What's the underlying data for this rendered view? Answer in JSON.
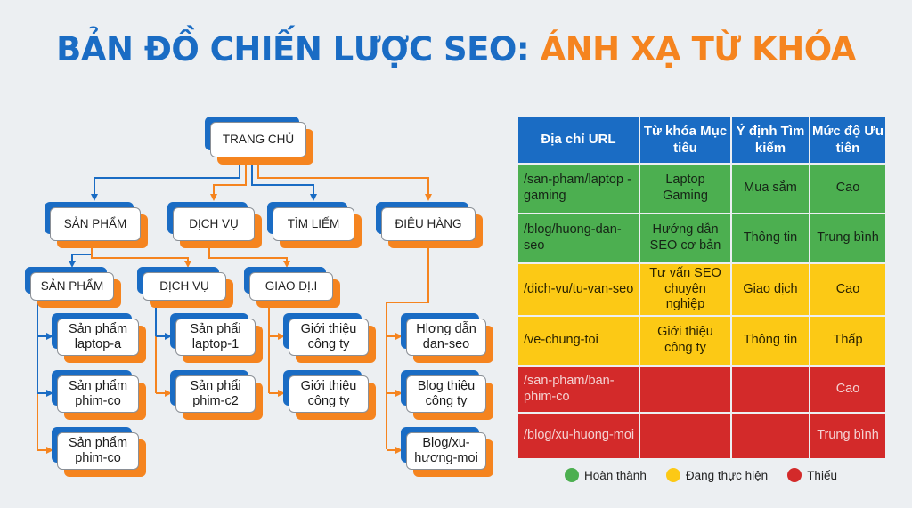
{
  "title": {
    "part1": "BẢN ĐỒ CHIẾN LƯỢC SEO:",
    "part2": "ÁNH XẠ TỪ KHÓA"
  },
  "colors": {
    "blue": "#1a6cc4",
    "orange": "#f5841f",
    "green": "#4caf50",
    "yellow": "#fcc915",
    "red": "#d32a2a",
    "background": "#eceff2"
  },
  "tree": {
    "root": "TRANG CHỦ",
    "level1": [
      "SẢN PHẨM",
      "DỊCH VỤ",
      "TÌM LIẾM",
      "ĐIÊU HÀNG"
    ],
    "level2": [
      "SẢN PHẨM",
      "DỊCH VỤ",
      "GIAO DỊ.I"
    ],
    "leaves": {
      "col1": [
        "Sản phẩm laptop-a",
        "Sản phẩm phim-co",
        "Sản phẩm phim-co"
      ],
      "col2": [
        "Sản phẩi laptop-1",
        "Sản phẩi phim-c2"
      ],
      "col3": [
        "Giới thiệu công ty",
        "Giới thiệu công ty"
      ],
      "col4": [
        "Hlơng dẫn dan-seo",
        "Blog thiệu công ty",
        "Blog/xu-hương-moi"
      ]
    }
  },
  "table": {
    "headers": [
      "Địa chỉ URL",
      "Từ khóa Mục tiêu",
      "Ý định Tìm kiếm",
      "Mức độ Ưu tiên"
    ],
    "rows": [
      {
        "status": "green",
        "url": "/san-pham/laptop -gaming",
        "keyword": "Laptop Gaming",
        "intent": "Mua sắm",
        "priority": "Cao"
      },
      {
        "status": "green",
        "url": "/blog/huong-dan-seo",
        "keyword": "Hướng dẫn SEO cơ bản",
        "intent": "Thông tin",
        "priority": "Trung bình"
      },
      {
        "status": "yellow",
        "url": "/dich-vu/tu-van-seo",
        "keyword": "Tư vấn SEO chuyên nghiệp",
        "intent": "Giao dịch",
        "priority": "Cao"
      },
      {
        "status": "yellow",
        "url": "/ve-chung-toi",
        "keyword": "Giới thiệu công ty",
        "intent": "Thông tin",
        "priority": "Thấp"
      },
      {
        "status": "red",
        "url": "/san-pham/ban-phim-co",
        "keyword": "",
        "intent": "",
        "priority": "Cao"
      },
      {
        "status": "red",
        "url": "/blog/xu-huong-moi",
        "keyword": "",
        "intent": "",
        "priority": "Trung bình"
      }
    ]
  },
  "legend": [
    {
      "label": "Hoàn thành",
      "color": "#4caf50"
    },
    {
      "label": "Đang thực hiện",
      "color": "#fcc915"
    },
    {
      "label": "Thiếu",
      "color": "#d32a2a"
    }
  ]
}
